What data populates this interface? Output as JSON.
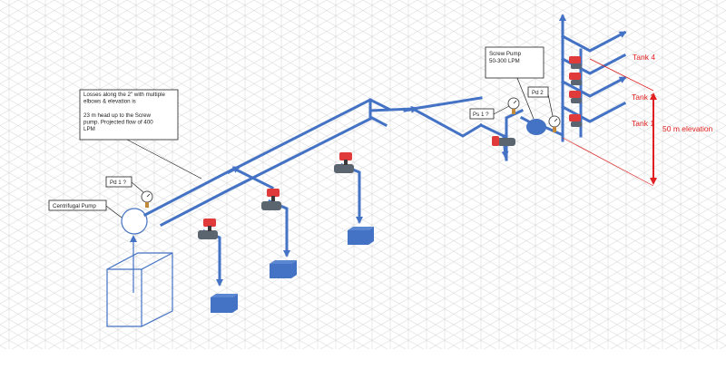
{
  "notes": {
    "losses_lines": [
      "Losses along the 2\" with multiple",
      "elbows & elevation is",
      "",
      "23 m head up to the Screw",
      "pump. Projected flow of 400",
      "LPM"
    ]
  },
  "labels": {
    "centrifugal_pump": "Centrifugal Pump",
    "pd1": "Pd 1 ?",
    "ps1": "Ps 1 ?",
    "pd2": "Pd 2",
    "screw_pump_lines": [
      "Screw Pump",
      "50-300 LPM"
    ],
    "tank4": "Tank 4",
    "tank2": "Tank 2",
    "tank1": "Tank 1",
    "elevation": "50 m elevation"
  },
  "colors": {
    "pipe": "#4472c4",
    "tank": "#4472c4",
    "valve_handle": "#e03a3a",
    "annotation": "#e02020",
    "grid": "#d9d9d9"
  }
}
